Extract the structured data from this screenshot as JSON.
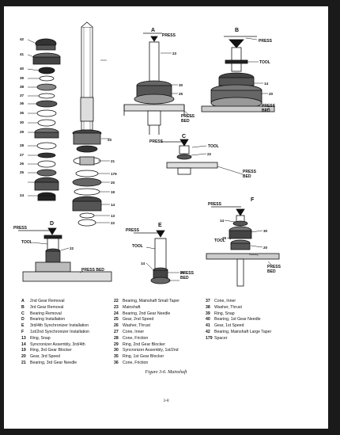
{
  "figure": {
    "caption": "Figure 3-6. Mainshaft",
    "page_number": "3-8"
  },
  "labels": {
    "press": "PRESS",
    "press_bed": "PRESS BED",
    "press_bed_1": "PRESS",
    "press_bed_2": "BED",
    "tool": "TOOL"
  },
  "view_letters": [
    "A",
    "B",
    "C",
    "D",
    "E",
    "F"
  ],
  "callouts": {
    "stack": [
      "42",
      "41",
      "40",
      "39",
      "38",
      "37",
      "36",
      "35",
      "30",
      "29",
      "28",
      "27",
      "26",
      "25",
      "24"
    ],
    "shaft_right": [
      "23",
      "21",
      "179",
      "20",
      "19",
      "14",
      "13",
      "22"
    ],
    "view_a": [
      "23",
      "30",
      "25"
    ],
    "view_b": [
      "14",
      "20"
    ],
    "view_c": [
      "22"
    ],
    "view_d": [
      "22"
    ],
    "view_e": [
      "14",
      "20"
    ],
    "view_f": [
      "14",
      "30",
      "25"
    ]
  },
  "legend": {
    "col1": [
      {
        "key": "A",
        "text": "2nd Gear Removal"
      },
      {
        "key": "B",
        "text": "3rd Gear Removal"
      },
      {
        "key": "C",
        "text": "Bearing Removal"
      },
      {
        "key": "D",
        "text": "Bearing Installation"
      },
      {
        "key": "E",
        "text": "3rd/4th Synchronizer Installation"
      },
      {
        "key": "F",
        "text": "1st/2nd Synchronizer Installation"
      },
      {
        "key": "13",
        "text": "Ring, Snap"
      },
      {
        "key": "14",
        "text": "Syncronizer Assembly, 3rd/4th"
      },
      {
        "key": "19",
        "text": "Ring, 3rd Gear Blocker"
      },
      {
        "key": "20",
        "text": "Gear, 3rd Speed"
      },
      {
        "key": "21",
        "text": "Bearing, 3rd Gear Needle"
      }
    ],
    "col2": [
      {
        "key": "22",
        "text": "Bearing, Mainshaft Small Taper"
      },
      {
        "key": "23",
        "text": "Mainshaft"
      },
      {
        "key": "24",
        "text": "Bearing, 2nd Gear Needle"
      },
      {
        "key": "25",
        "text": "Gear, 2nd Speed"
      },
      {
        "key": "26",
        "text": "Washer, Thrust"
      },
      {
        "key": "27",
        "text": "Cone, Inner"
      },
      {
        "key": "28",
        "text": "Cone, Friction"
      },
      {
        "key": "29",
        "text": "Ring, 2nd Gear Blocker"
      },
      {
        "key": "30",
        "text": "Syncronizer Assembly, 1st/2nd"
      },
      {
        "key": "35",
        "text": "Ring, 1st Gear Blocker"
      },
      {
        "key": "36",
        "text": "Cone, Friction"
      }
    ],
    "col3": [
      {
        "key": "37",
        "text": "Cone, Inner"
      },
      {
        "key": "38",
        "text": "Washer, Thrust"
      },
      {
        "key": "39",
        "text": "Ring, Snap"
      },
      {
        "key": "40",
        "text": "Bearing, 1st Gear Needle"
      },
      {
        "key": "41",
        "text": "Gear, 1st Speed"
      },
      {
        "key": "42",
        "text": "Bearing, Mainshaft Large Taper"
      },
      {
        "key": "179",
        "text": "Spacer"
      }
    ]
  }
}
